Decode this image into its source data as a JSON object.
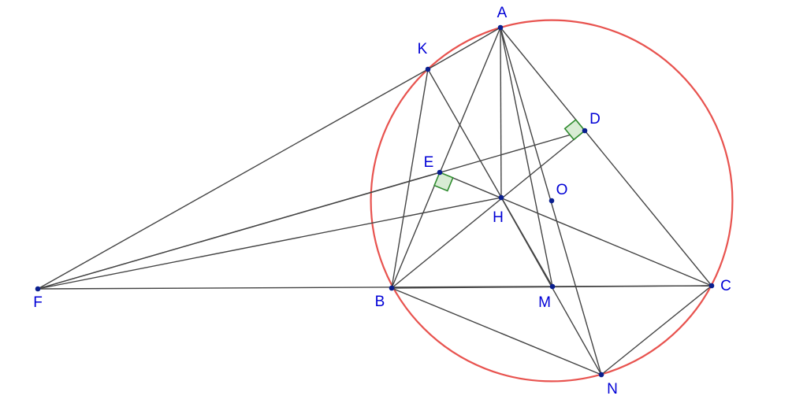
{
  "diagram": {
    "colors": {
      "background": "#ffffff",
      "segment": "#444444",
      "circle": "#e8534f",
      "point": "#0a1f8f",
      "label": "#0000d6",
      "right_angle_stroke": "#2e8b2e",
      "right_angle_fill": "#d8ecd4"
    },
    "points": [
      {
        "id": "A",
        "label": "A"
      },
      {
        "id": "K",
        "label": "K"
      },
      {
        "id": "D",
        "label": "D"
      },
      {
        "id": "E",
        "label": "E"
      },
      {
        "id": "O",
        "label": "O"
      },
      {
        "id": "H",
        "label": "H"
      },
      {
        "id": "F",
        "label": "F"
      },
      {
        "id": "B",
        "label": "B"
      },
      {
        "id": "M",
        "label": "M"
      },
      {
        "id": "C",
        "label": "C"
      },
      {
        "id": "N",
        "label": "N"
      }
    ],
    "segments": [
      [
        "A",
        "B"
      ],
      [
        "A",
        "C"
      ],
      [
        "B",
        "C"
      ],
      [
        "A",
        "H"
      ],
      [
        "A",
        "M"
      ],
      [
        "A",
        "N"
      ],
      [
        "A",
        "K"
      ],
      [
        "B",
        "D"
      ],
      [
        "C",
        "E"
      ],
      [
        "F",
        "K"
      ],
      [
        "F",
        "E"
      ],
      [
        "F",
        "H"
      ],
      [
        "F",
        "D"
      ],
      [
        "F",
        "C"
      ],
      [
        "K",
        "B"
      ],
      [
        "K",
        "M"
      ],
      [
        "B",
        "N"
      ],
      [
        "C",
        "N"
      ],
      [
        "H",
        "N"
      ]
    ],
    "circle": {
      "center": "O",
      "through": "A",
      "name": "circumcircle"
    },
    "right_angles": [
      {
        "vertex": "D",
        "arm1": "A",
        "arm2": "B"
      },
      {
        "vertex": "E",
        "arm1": "H",
        "arm2": "B"
      }
    ]
  }
}
